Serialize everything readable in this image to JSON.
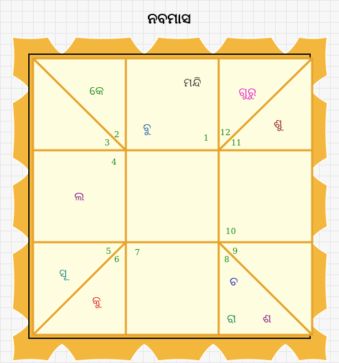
{
  "title": "ନବମାସ",
  "colors": {
    "frame_fill": "#f3b73d",
    "frame_stroke": "#ffffff",
    "board_fill": "#fffde0",
    "grid_line": "#e6a22a",
    "border_outer": "#111111",
    "house_number": "#1a8a1a"
  },
  "houses": [
    {
      "number": "1"
    },
    {
      "number": "2"
    },
    {
      "number": "3"
    },
    {
      "number": "4"
    },
    {
      "number": "5"
    },
    {
      "number": "6"
    },
    {
      "number": "7"
    },
    {
      "number": "8"
    },
    {
      "number": "9"
    },
    {
      "number": "10"
    },
    {
      "number": "11"
    },
    {
      "number": "12"
    }
  ],
  "planets": [
    {
      "label": "କେ",
      "color": "#1a8a1a"
    },
    {
      "label": "ମନ୍ଦି",
      "color": "#333333"
    },
    {
      "label": "ଗୁରୁ",
      "color": "#e020c8"
    },
    {
      "label": "ଶୁ",
      "color": "#8b1a1a"
    },
    {
      "label": "ବୁ",
      "color": "#1f5fa8"
    },
    {
      "label": "ଲ",
      "color": "#8a1a8a"
    },
    {
      "label": "ସୂ",
      "color": "#1a8a8a"
    },
    {
      "label": "କୁ",
      "color": "#e02020"
    },
    {
      "label": "ଚ",
      "color": "#2020c0"
    },
    {
      "label": "ରା",
      "color": "#1a8a5a"
    },
    {
      "label": "ଶ",
      "color": "#8a1a8a"
    }
  ]
}
